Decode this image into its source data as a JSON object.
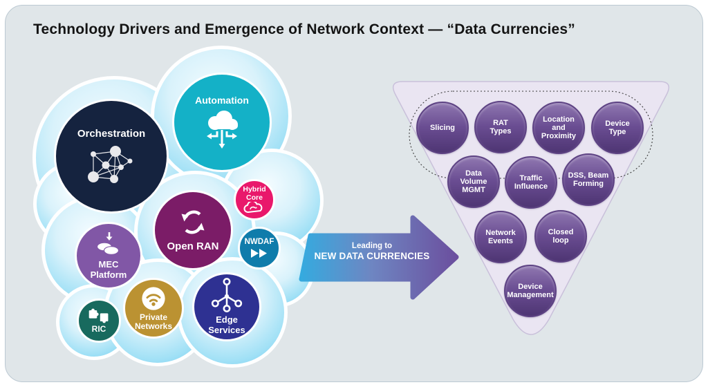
{
  "title": "Technology Drivers and Emergence of Network Context  — “Data Currencies”",
  "colors": {
    "panel_bg": "#e0e6e9",
    "panel_border": "#bcc9d2",
    "cloud_blue": "#74cef0",
    "arrow_gradient_start": "#35aadf",
    "arrow_gradient_mid": "#6e86c2",
    "arrow_gradient_end": "#6b4f9e",
    "triangle_fill": "#eae5f2",
    "triangle_border": "#c9c0da",
    "context_circle_top": "#8f77b0",
    "context_circle_bottom": "#4e3573"
  },
  "drivers": [
    {
      "label": "Orchestration",
      "color": "#15233f",
      "icon": "network-graph-icon"
    },
    {
      "label": "Automation",
      "color": "#14b1c7",
      "icon": "cloud-automation-icon"
    },
    {
      "label": "Hybrid\nCore",
      "color": "#e9186b",
      "icon": "hybrid-cloud-icon"
    },
    {
      "label": "Open RAN",
      "color": "#7b1c67",
      "icon": "sync-arrows-icon"
    },
    {
      "label": "NWDAF",
      "color": "#0f7cab",
      "icon": "fast-forward-icon"
    },
    {
      "label": "MEC\nPlatform",
      "color": "#8157a6",
      "icon": "coins-download-icon"
    },
    {
      "label": "Private\nNetworks",
      "color": "#bb9232",
      "icon": "wifi-icon"
    },
    {
      "label": "Edge\nServices",
      "color": "#2e3192",
      "icon": "edge-nodes-icon"
    },
    {
      "label": "RIC",
      "color": "#186a5e",
      "icon": "puzzle-icon"
    }
  ],
  "arrow": {
    "line1": "Leading to",
    "line2": "NEW DATA CURRENCIES"
  },
  "context_items": [
    {
      "label": "Slicing"
    },
    {
      "label": "RAT\nTypes"
    },
    {
      "label": "Location\nand\nProximity"
    },
    {
      "label": "Device\nType"
    },
    {
      "label": "Data\nVolume\nMGMT"
    },
    {
      "label": "Traffic\nInfluence"
    },
    {
      "label": "DSS, Beam\nForming"
    },
    {
      "label": "Network\nEvents"
    },
    {
      "label": "Closed\nloop"
    },
    {
      "label": "Device\nManagement"
    }
  ]
}
